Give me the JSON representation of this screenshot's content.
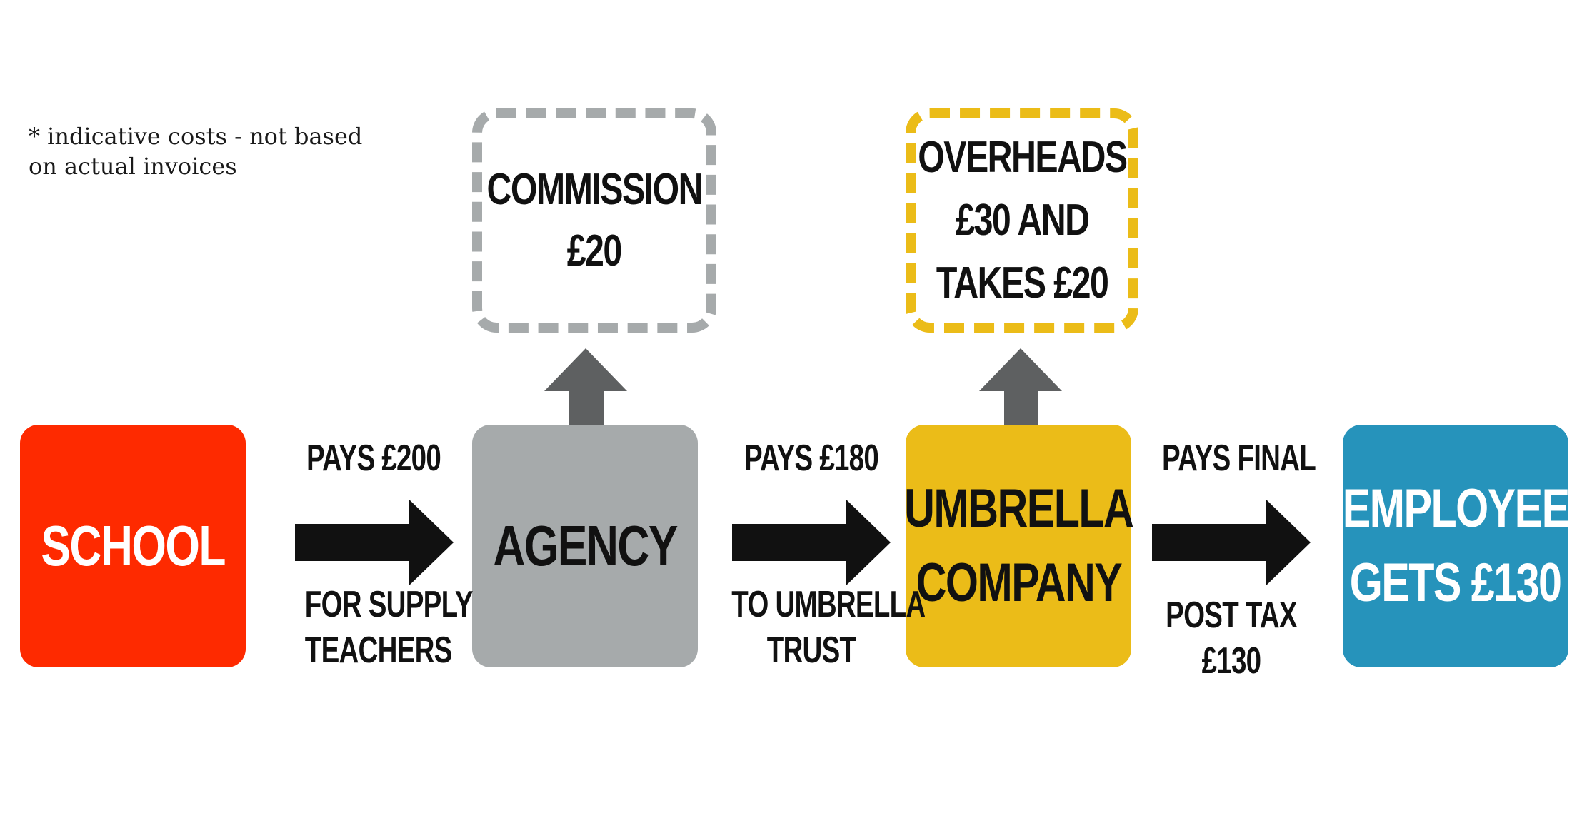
{
  "note": {
    "line1": "* indicative costs - not based",
    "line2": "on actual invoices"
  },
  "boxes": {
    "school": "SCHOOL",
    "agency": "AGENCY",
    "umbrella": [
      "UMBRELLA",
      "COMPANY"
    ],
    "employee": [
      "EMPLOYEE",
      "GETS £130"
    ]
  },
  "side_boxes": {
    "commission": [
      "COMMISSION",
      "£20"
    ],
    "overheads": [
      "OVERHEADS",
      "£30 AND",
      "TAKES £20"
    ]
  },
  "arrow_labels": {
    "a1_top": "PAYS £200",
    "a1_bottom": [
      "FOR SUPPLY",
      "TEACHERS"
    ],
    "a2_top": "PAYS £180",
    "a2_bottom": [
      "TO UMBRELLA",
      "TRUST"
    ],
    "a3_top": "PAYS FINAL",
    "a3_bottom": [
      "POST TAX",
      "£130"
    ]
  },
  "colors": {
    "school": "#fe2a00",
    "agency": "#a6aaab",
    "umbrella": "#ebbc18",
    "employee": "#2693bb",
    "arrow": "#111111",
    "up_arrow": "#5e6061"
  }
}
